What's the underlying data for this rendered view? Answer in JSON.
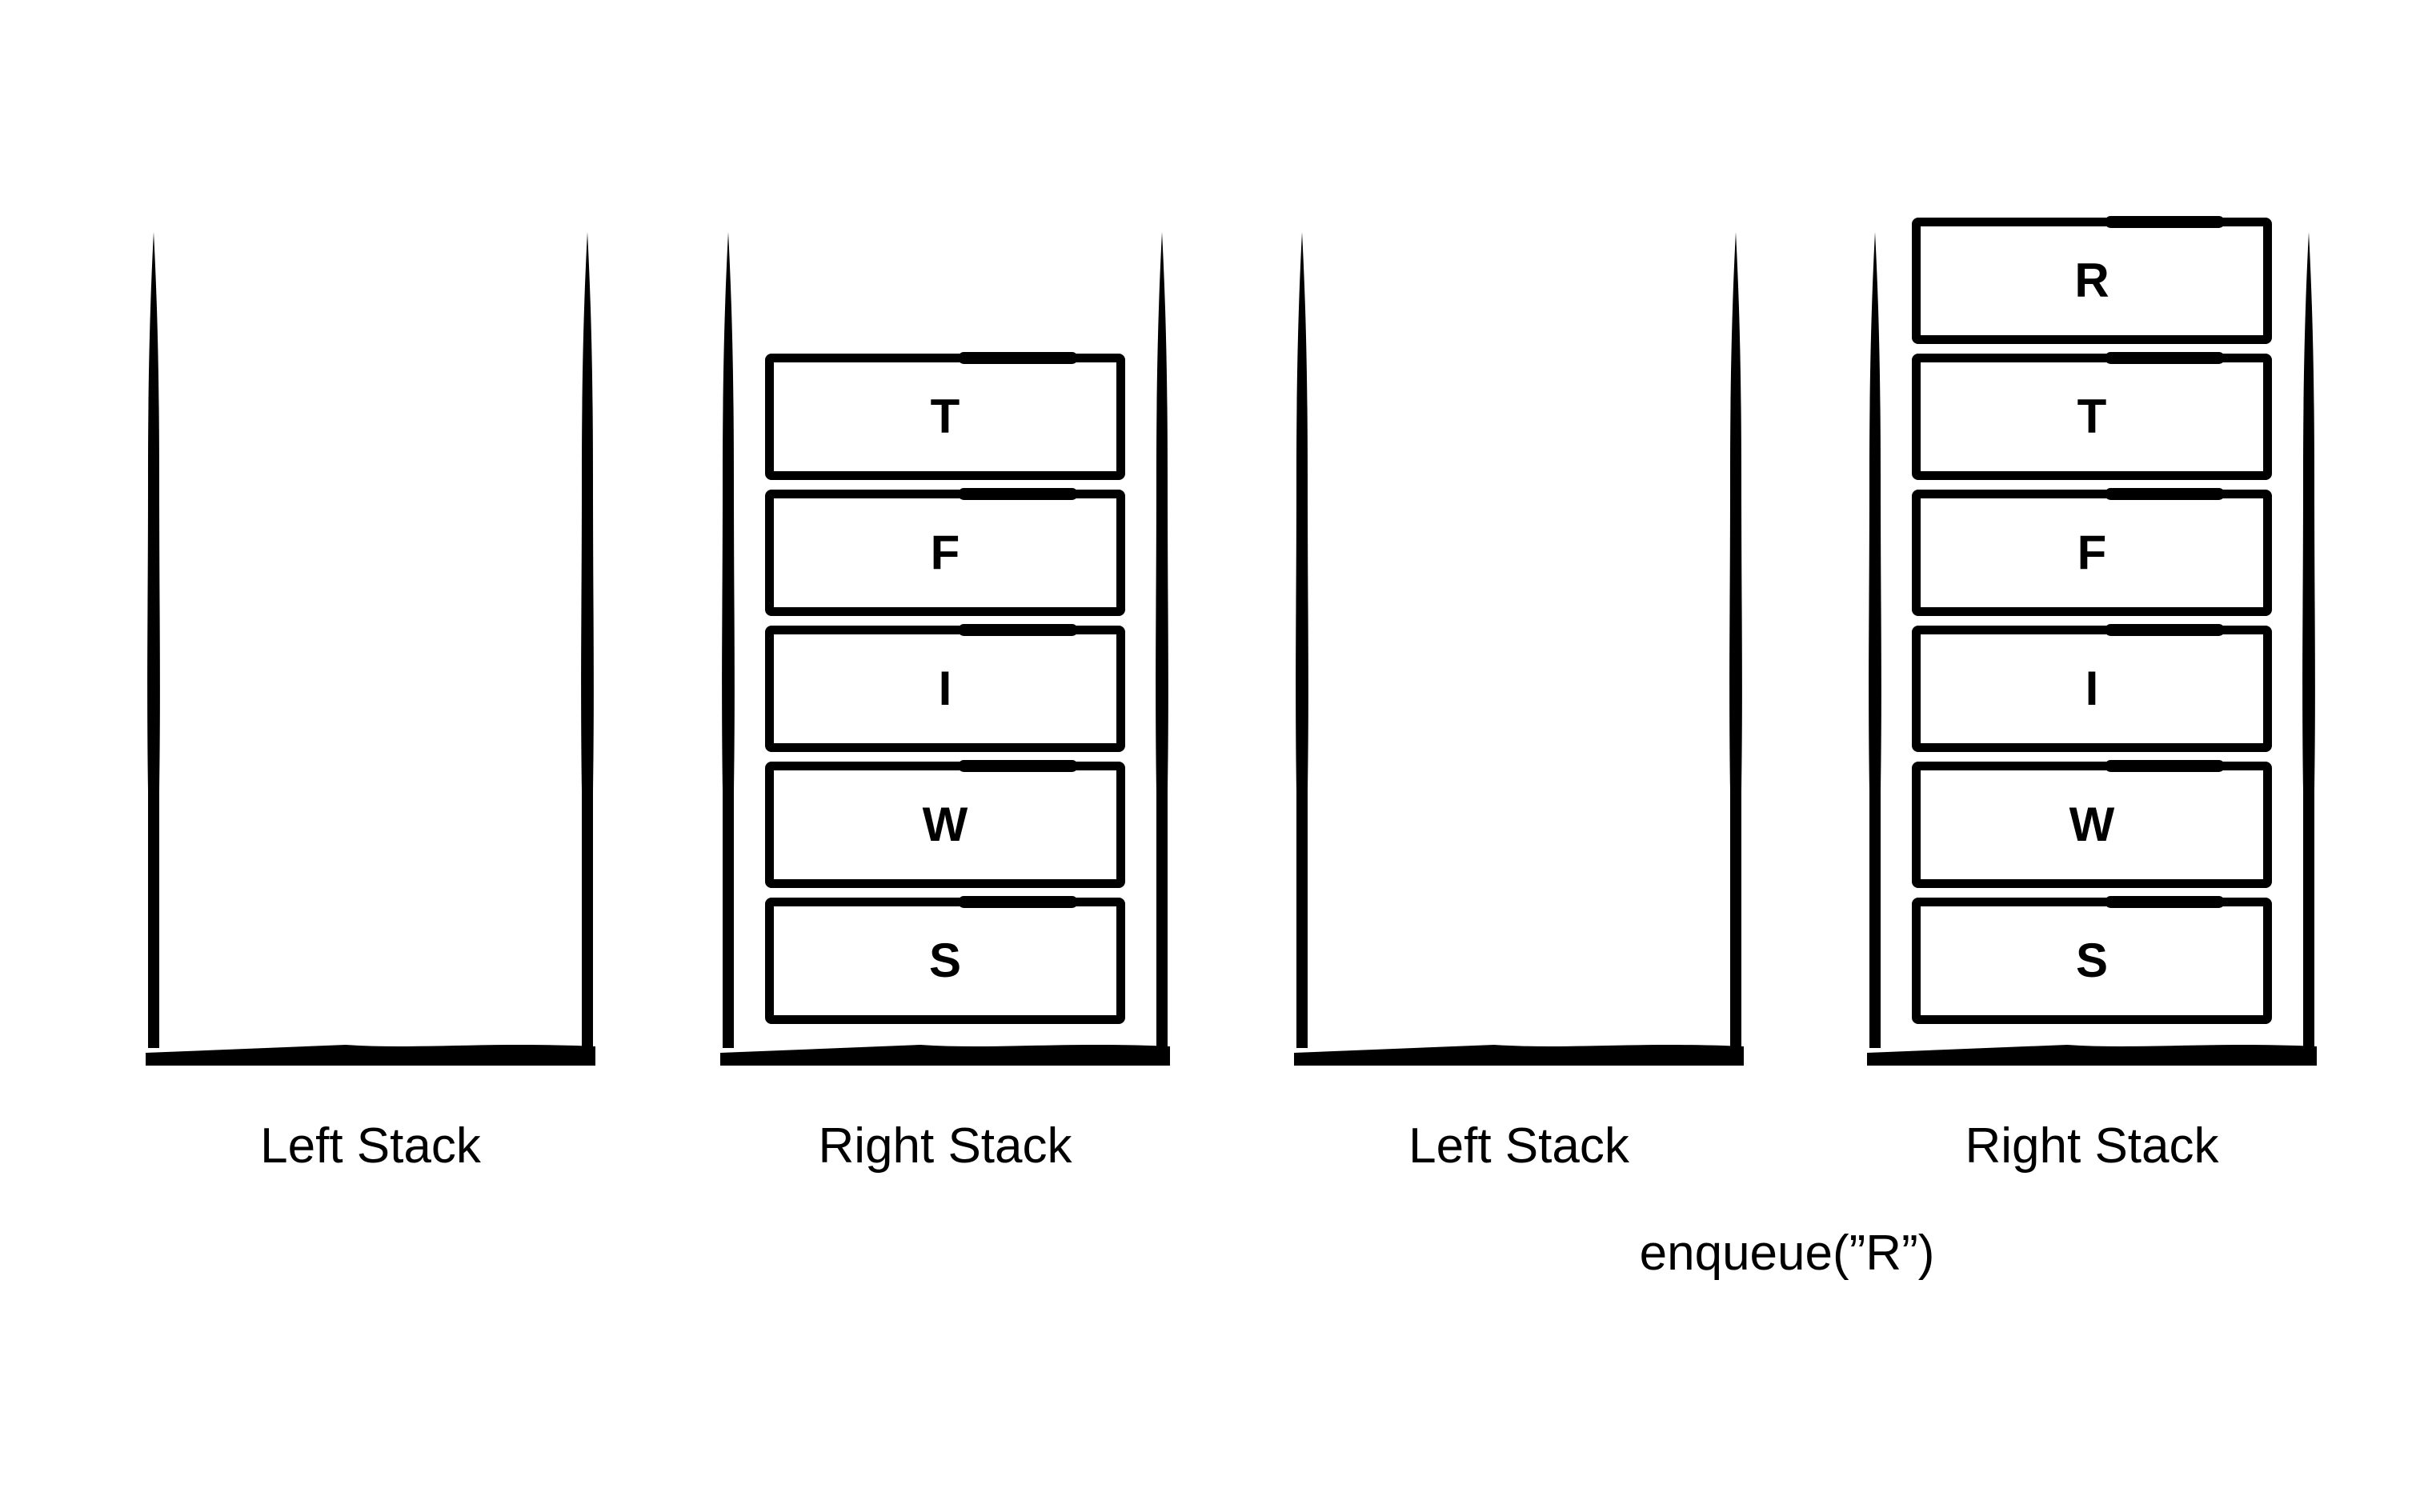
{
  "figure": {
    "background": "#ffffff",
    "ink": "#000000",
    "caption": "enqueue(”R”)",
    "panels": [
      {
        "left_stack": {
          "label": "Left Stack",
          "items": []
        },
        "right_stack": {
          "label": "Right Stack",
          "items": [
            "T",
            "F",
            "I",
            "W",
            "S"
          ]
        }
      },
      {
        "left_stack": {
          "label": "Left Stack",
          "items": []
        },
        "right_stack": {
          "label": "Right Stack",
          "items": [
            "R",
            "T",
            "F",
            "I",
            "W",
            "S"
          ]
        }
      }
    ]
  }
}
